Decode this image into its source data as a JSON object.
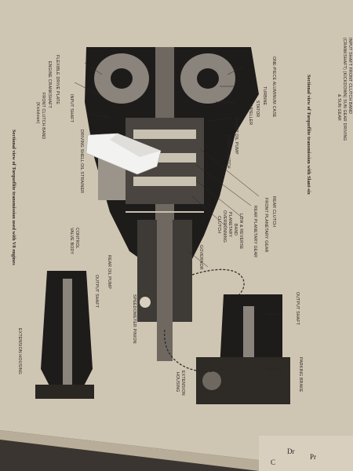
{
  "captions": {
    "left": "Sectional view of Torqueflite transmission used with V8 engines",
    "right": "Sectional view of Torqueflite transmission with Slant-six"
  },
  "top_right_labels": {
    "line1": "INPUT SHAFT   FRONT CLUTCH BAND",
    "line2": "(CRANKSHAFT)   (KICKDOWN)   SUN GEAR DRIVING",
    "line3": "& SUN GEAR"
  },
  "left_labels": {
    "flexible_drive_plate": "FLEXIBLE DRIVE PLATE",
    "engine_crankshaft": "ENGINE CRANKSHAFT",
    "front_clutch_band": "FRONT CLUTCH BAND",
    "kickdown": "(Kickdown)",
    "input_shaft": "INPUT SHAFT",
    "driving_shell": "DRIVING SHELL",
    "oil_strainer": "OIL STRAINER",
    "control_valve_body_1": "CONTROL",
    "control_valve_body_2": "VALVE BODY",
    "rear_oil_pump": "REAR OIL PUMP",
    "speedometer_pinion": "SPEEDOMETER PINION",
    "governor": "GOVERNOR",
    "output_shaft": "OUTPUT SHAFT",
    "extension_housing": "EXTENSION HOUSING"
  },
  "right_labels": {
    "one_piece_aluminum_case": "ONE-PIECE ALUMINUM CASE",
    "turbine": "TURBINE",
    "stator": "STATOR",
    "impeller": "IMPELLER",
    "front_oil_pump": "FRONT OIL PUMP",
    "front_clutch": "FRONT CLUTCH",
    "rear_clutch": "REAR CLUTCH",
    "front_planetary_gear": "FRONT PLANETARY GEAR",
    "rear_planetary_gear": "REAR PLANETARY GEAR",
    "low_reverse_band_1": "LOW & REVERSE",
    "low_reverse_band_2": "BAND",
    "planetary_1": "PLANETARY",
    "planetary_2": "OVERRUNNING",
    "planetary_3": "CLUTCH",
    "output_shaft": "OUTPUT SHAFT",
    "parking_brake": "PARKING BRAKE",
    "extension_housing_1": "EXTENSION",
    "extension_housing_2": "HOUSING"
  },
  "facing_page": {
    "line1": "Pr",
    "line2": "Dr",
    "line3": "C"
  },
  "colors": {
    "paper": "#cfc5b3",
    "ink": "#2a2520",
    "shadow": "#3a3530",
    "note": "#f2f2f0"
  }
}
